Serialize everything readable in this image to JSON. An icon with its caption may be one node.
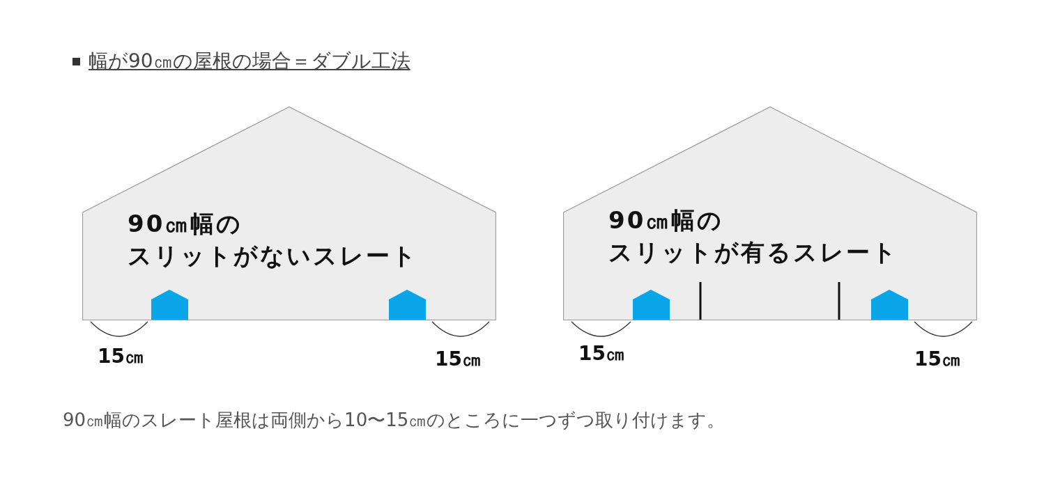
{
  "diagram": {
    "title": "幅が90㎝の屋根の場合＝ダブル工法",
    "nodes": [
      {
        "text": [
          "90㎝幅の",
          "スリットがないスレート"
        ]
      },
      {
        "text": [
          "90㎝幅の",
          "スリットが有るスレート"
        ]
      }
    ],
    "labels": [
      "15㎝",
      "15㎝",
      "15㎝",
      "15㎝"
    ],
    "caption": "90㎝幅のスレート屋根は両側から10〜15㎝のところに一つずつ取り付けます。"
  }
}
